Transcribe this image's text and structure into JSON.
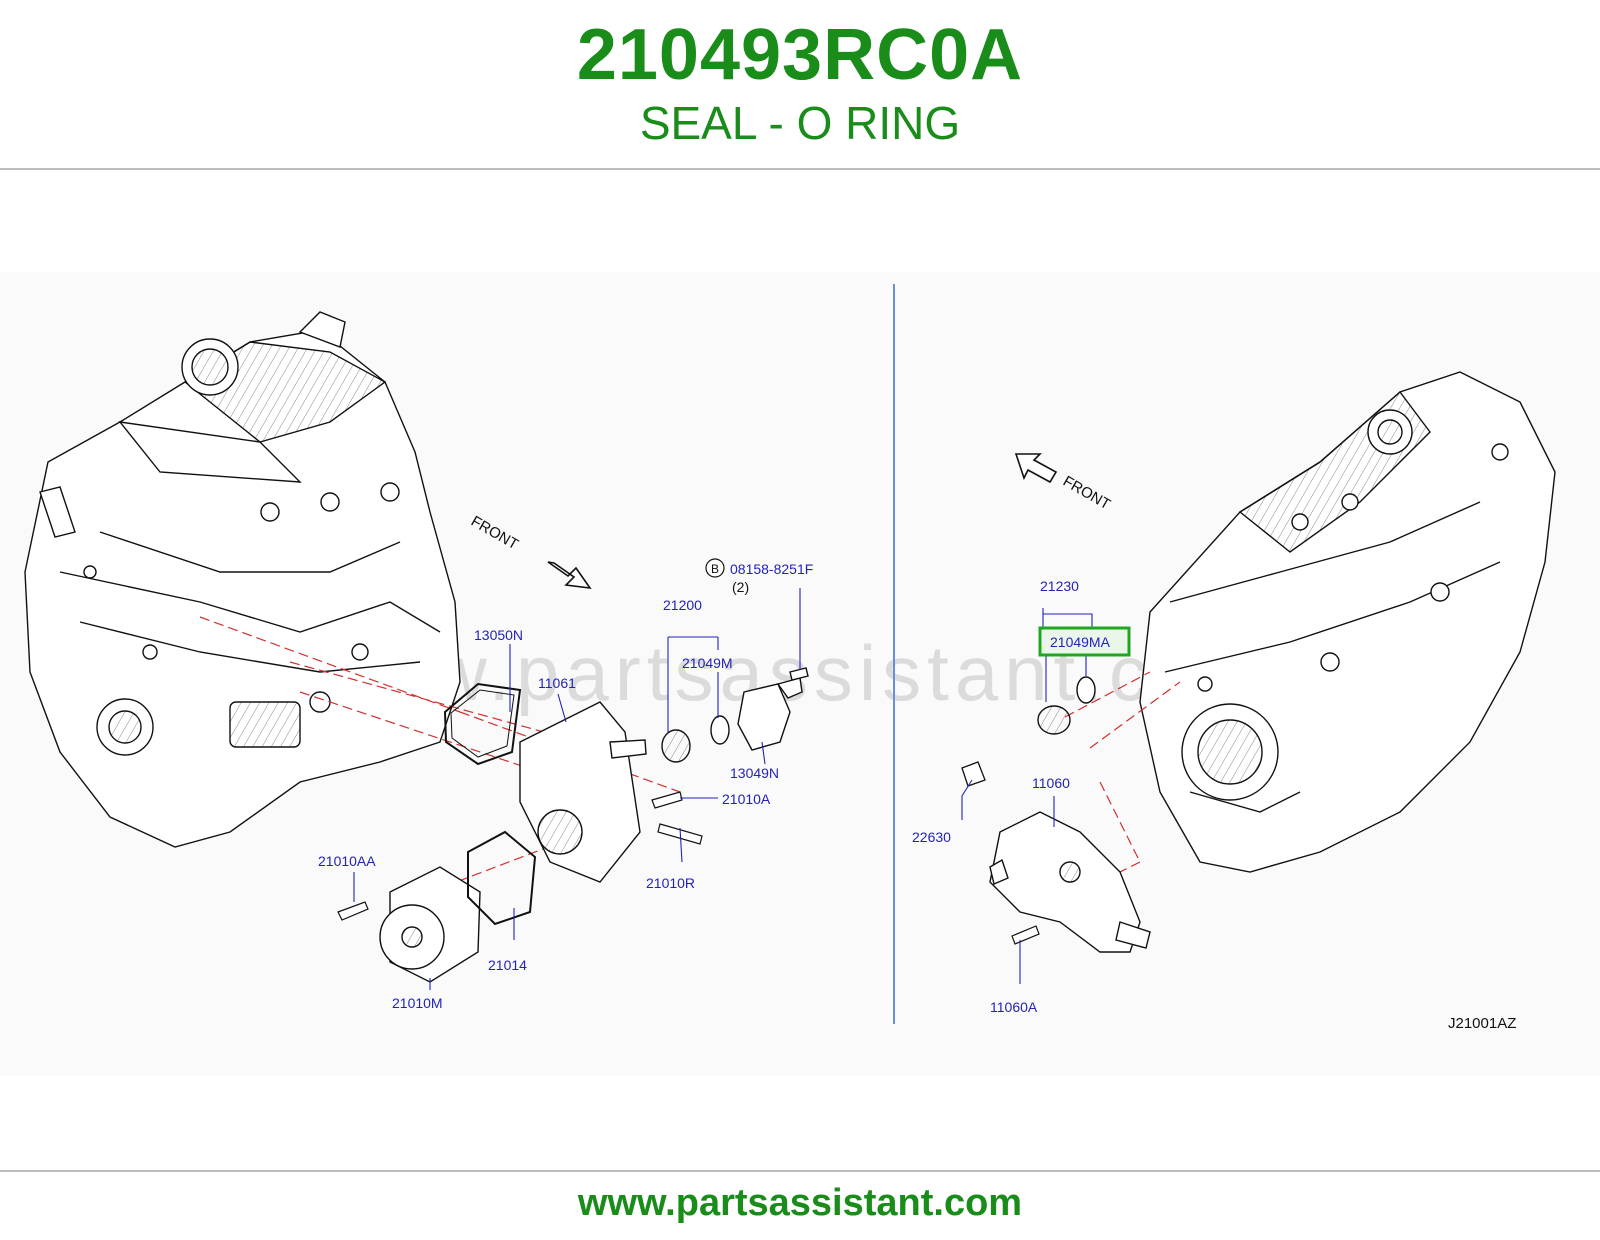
{
  "header": {
    "part_number": "210493RC0A",
    "description": "SEAL - O RING"
  },
  "diagram": {
    "watermark": "www.partsassistant.com",
    "front_labels": [
      "FRONT",
      "FRONT"
    ],
    "bolt_marker": "B",
    "bolt_ref": "08158-8251F",
    "bolt_qty": "(2)",
    "callouts": {
      "p13050N": "13050N",
      "p11061": "11061",
      "p21200": "21200",
      "p21049M": "21049M",
      "p13049N": "13049N",
      "p21010A": "21010A",
      "p21010R": "21010R",
      "p21010AA": "21010AA",
      "p21014": "21014",
      "p21010M": "21010M",
      "p21230": "21230",
      "p21049MA": "21049MA",
      "p11060": "11060",
      "p22630": "22630",
      "p11060A": "11060A"
    },
    "highlighted_callout": "21049MA",
    "highlight_color": "#1fa81f",
    "callout_color": "#2323b8",
    "diagram_code": "J21001AZ"
  },
  "footer": {
    "url": "www.partsassistant.com"
  },
  "colors": {
    "brand_green": "#1a8c1a",
    "divider_line": "#6b8fd6",
    "leader_red": "#d23030"
  }
}
